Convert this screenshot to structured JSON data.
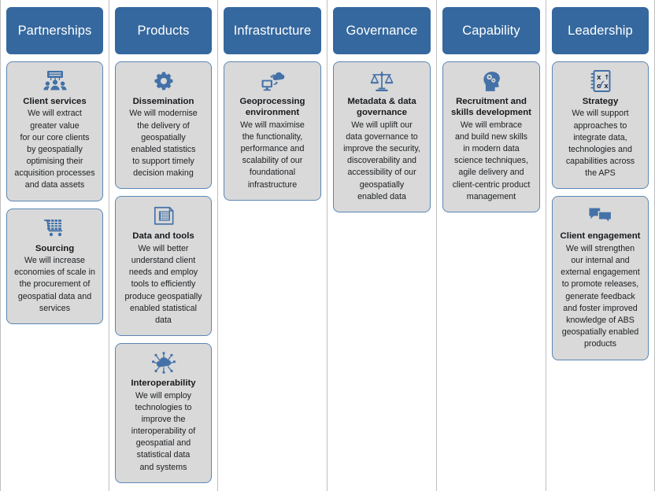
{
  "title": "Geospatial strategy pillars",
  "colors": {
    "header_fill": "#35689e",
    "header_text": "#ffffff",
    "card_fill": "#d9d9d9",
    "card_border": "#5b86b5",
    "icon": "#4472a8",
    "divider": "#bfbfbf",
    "page_background": "#ffffff"
  },
  "columns": [
    {
      "header": "Partnerships",
      "cards": [
        {
          "icon": "presentation-audience-icon",
          "title": "Client services",
          "body": "We will extract\ngreater value\nfor our core clients\nby geospatially\noptimising their\nacquisition processes\nand data assets"
        },
        {
          "icon": "shopping-cart-icon",
          "title": "Sourcing",
          "body": "We will increase\neconomies of scale in\nthe procurement of\ngeospatial data and\nservices"
        }
      ]
    },
    {
      "header": "Products",
      "cards": [
        {
          "icon": "gear-icon",
          "title": "Dissemination",
          "body": "We will modernise\nthe delivery of\ngeospatially\nenabled statistics\nto support timely\ndecision making"
        },
        {
          "icon": "blueprint-map-icon",
          "title": "Data and tools",
          "body": "We will better\nunderstand client\nneeds and employ\ntools to efficiently\nproduce geospatially\nenabled statistical\ndata"
        },
        {
          "icon": "cloud-network-icon",
          "title": "Interoperability",
          "body": "We will employ\ntechnologies to\nimprove the\ninteroperability of\ngeospatial and\nstatistical data\nand systems"
        }
      ]
    },
    {
      "header": "Infrastructure",
      "cards": [
        {
          "icon": "cloud-monitor-sync-icon",
          "title": "Geoprocessing\nenvironment",
          "body": "We will maximise\nthe functionality,\nperformance and\nscalability of our\nfoundational\ninfrastructure"
        }
      ]
    },
    {
      "header": "Governance",
      "cards": [
        {
          "icon": "scales-of-justice-icon",
          "title": "Metadata & data\ngovernance",
          "body": "We will uplift our\ndata governance to\nimprove the security,\ndiscoverability and\naccessibility of our\ngeospatially\nenabled data"
        }
      ]
    },
    {
      "header": "Capability",
      "cards": [
        {
          "icon": "head-with-gears-icon",
          "title": "Recruitment\nand skills\ndevelopment",
          "body": "We will embrace\nand build new skills\nin modern data\nscience techniques,\nagile delivery and\nclient-centric product\nmanagement"
        }
      ]
    },
    {
      "header": "Leadership",
      "cards": [
        {
          "icon": "strategy-playbook-icon",
          "title": "Strategy",
          "body": "We will support\napproaches to\nintegrate data,\ntechnologies and\ncapabilities across\nthe APS"
        },
        {
          "icon": "speech-bubbles-icon",
          "title": "Client\nengagement",
          "body": "We will strengthen\nour internal and\nexternal engagement\nto promote releases,\ngenerate feedback\nand foster improved\nknowledge of ABS\ngeospatially enabled\nproducts"
        }
      ]
    }
  ]
}
